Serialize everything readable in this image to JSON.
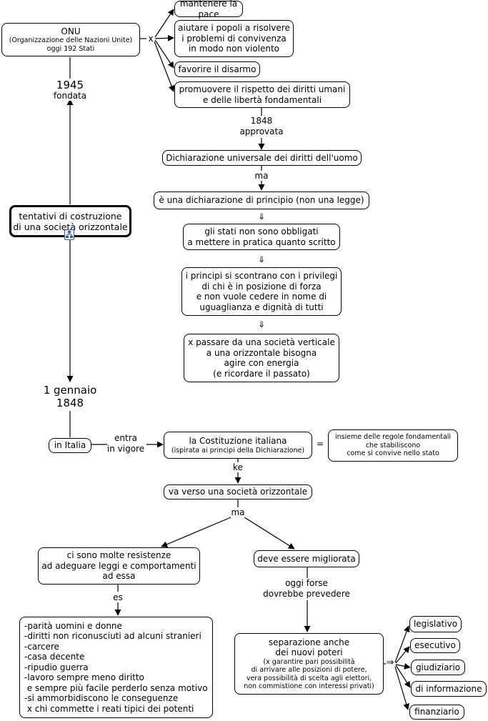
{
  "nodes": {
    "onu": {
      "title": "ONU",
      "lines": [
        "(Organizzazione delle Nazioni Unite)",
        "oggi 192 Stati"
      ]
    },
    "mantenere": {
      "text": "mantenere la pace"
    },
    "aiutare": {
      "lines": [
        "aiutare i popoli a risolvere",
        "i problemi di convivenza",
        "in modo non violento"
      ]
    },
    "disarmo": {
      "text": "favorire il disarmo"
    },
    "diritti": {
      "lines": [
        "promuovere il rispetto dei diritti umani",
        "e delle libertà fondamentali"
      ]
    },
    "dichiarazione": {
      "text": "Dichiarazione universale dei diritti dell'uomo"
    },
    "principio": {
      "text": "è una dichiarazione di principio (non una legge)"
    },
    "obbligati": {
      "lines": [
        "gli stati non sono obbligati",
        "a mettere in pratica quanto scritto"
      ]
    },
    "privilegi": {
      "lines": [
        "i principi si scontrano con i privilegi",
        "di chi è in posizione di forza",
        "e non vuole cedere in nome di",
        "uguaglianza e dignità di tutti"
      ]
    },
    "passare": {
      "lines": [
        "x passare da una società verticale",
        "a una orizzontale bisogna",
        "agire con energia",
        "(e ricordare il passato)"
      ]
    },
    "tentativi": {
      "lines": [
        "tentativi di costruzione",
        "di una società orizzontale"
      ]
    },
    "italia": {
      "text": "in Italia"
    },
    "costituzione": {
      "title": "la Costituzione italiana",
      "sub": "(ispirata ai principi della Dichiarazione)"
    },
    "insieme": {
      "lines": [
        "insieme delle regole fondamentali",
        "che stabiliscono",
        "come si convive nello stato"
      ]
    },
    "va_verso": {
      "text": "va verso una società orizzontale"
    },
    "resistenze": {
      "lines": [
        "ci sono molte resistenze",
        "ad adeguare leggi e comportamenti",
        "ad essa"
      ]
    },
    "migliorata": {
      "text": "deve essere migliorata"
    },
    "elenco": {
      "lines": [
        "-parità uomini e donne",
        "-diritti non riconusciuti ad alcuni stranieri",
        "-carcere",
        "-casa decente",
        "-ripudio guerra",
        "-lavoro sempre meno diritto",
        " e sempre più facile perderlo senza motivo",
        "-si ammorbidiscono le conseguenze",
        " x chi commette i reati tipici dei potenti"
      ]
    },
    "separazione": {
      "lines": [
        "separazione anche",
        "dei nuovi poteri"
      ],
      "sub_lines": [
        "(x garantire pari possibilità",
        "di arrivare alle posizioni di potere,",
        "vera possibilità di scelta agli elettori,",
        "non commistione con interessi privati)"
      ]
    },
    "legislativo": {
      "text": "legislativo"
    },
    "esecutivo": {
      "text": "esecutivo"
    },
    "giudiziario": {
      "text": "giudiziario"
    },
    "informazione": {
      "text": "di informazione"
    },
    "finanziario": {
      "text": "finanziario"
    }
  },
  "labels": {
    "x": "x",
    "anno1945": "1945",
    "fondata": "fondata",
    "anno1848": "1848",
    "approvata": "approvata",
    "ma1": "ma",
    "arrow1": "⇓",
    "arrow2": "⇓",
    "arrow3": "⇓",
    "gennaio1": "1 gennaio",
    "gennaio2": "1848",
    "entra1": "entra",
    "entra2": "in vigore",
    "uguale": "=",
    "ke": "ke",
    "ma2": "ma",
    "es": "es",
    "oggi1": "oggi forse",
    "oggi2": "dovrebbe prevedere",
    "implica": "⇒"
  },
  "colors": {
    "line": "#000000",
    "background": "#ffffff",
    "icon": "#3b5a9a"
  },
  "icons": {
    "concept_map": "concept-map-icon"
  }
}
